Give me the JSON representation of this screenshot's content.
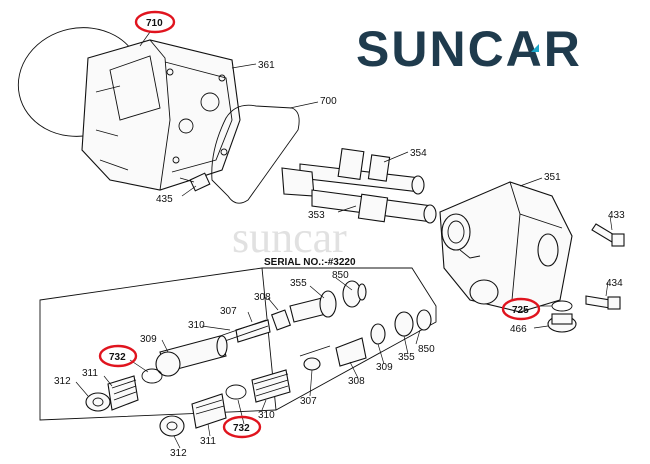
{
  "brand": {
    "text": "SUNCAR",
    "color": "#1f3b4d",
    "accent": "#1aa7c9"
  },
  "watermark": {
    "text": "suncar"
  },
  "serial": {
    "text": "SERIAL NO.:-#3220"
  },
  "highlight_color": "#e0141e",
  "labels": {
    "p710": "710",
    "p361": "361",
    "p700": "700",
    "p354": "354",
    "p435": "435",
    "p351": "351",
    "p353": "353",
    "p433": "433",
    "p434": "434",
    "p725": "725",
    "p466": "466",
    "p850a": "850",
    "p355a": "355",
    "p308a": "308",
    "p307a": "307",
    "p310a": "310",
    "p309a": "309",
    "p732a": "732",
    "p311a": "311",
    "p312a": "312",
    "p355b": "355",
    "p850b": "850",
    "p309b": "309",
    "p308b": "308",
    "p307b": "307",
    "p310b": "310",
    "p732b": "732",
    "p311b": "311",
    "p312b": "312"
  }
}
